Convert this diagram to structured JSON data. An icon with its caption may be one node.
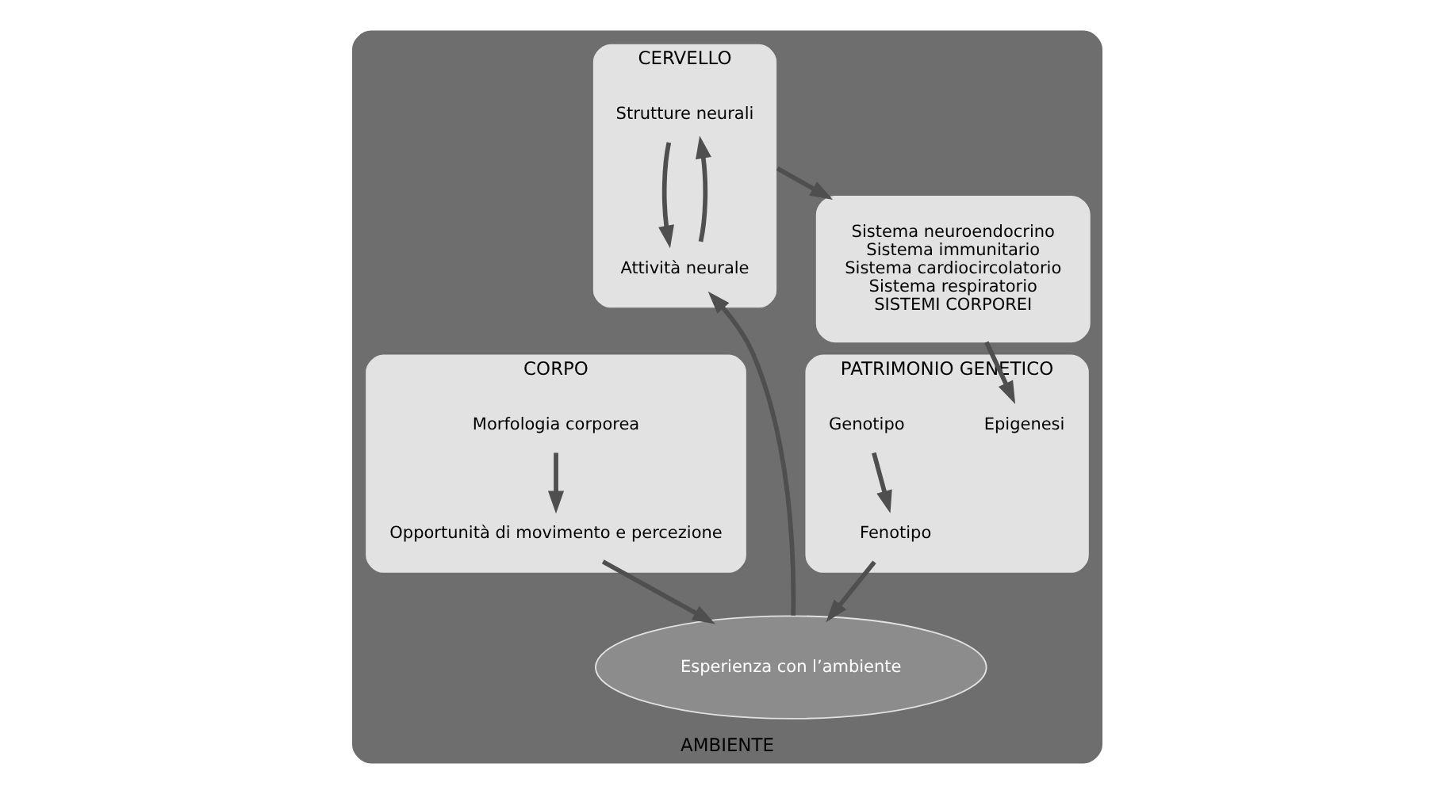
{
  "diagram": {
    "nodes": [
      {
        "text": [
          "AMBIENTE"
        ]
      },
      {
        "text": [
          "CERVELLO"
        ],
        "in": 0
      },
      {
        "text": [
          "Strutture neurali"
        ],
        "in": 1
      },
      {
        "text": [
          "Attività neurale"
        ],
        "in": 1
      },
      {
        "text": [
          "CORPO"
        ],
        "in": 0
      },
      {
        "text": [
          "Morfologia corporea"
        ],
        "in": 4
      },
      {
        "text": [
          "Opportunità di movimento e percezione"
        ],
        "in": 4
      },
      {
        "text": [
          "Esperienza con l’ambiente"
        ],
        "in": 0
      },
      {
        "text": [
          "Sistema neuroendocrino",
          "Sistema immunitario",
          "Sistema cardiocircolatorio",
          "Sistema respiratorio",
          "SISTEMI CORPOREI"
        ],
        "in": 0
      },
      {
        "text": [
          "PATRIMONIO GENETICO"
        ],
        "in": 0
      },
      {
        "text": [
          "Epigenesi"
        ],
        "in": 9
      },
      {
        "text": [
          "Fenotipo"
        ],
        "in": 9
      },
      {
        "text": [
          "Genotipo"
        ],
        "in": 9
      }
    ],
    "edges": [
      {
        "from": 3,
        "to": 2,
        "arrow": "to"
      },
      {
        "from": 2,
        "to": 3,
        "arrow": "to"
      },
      {
        "from": 7,
        "to": 3,
        "arrow": "to"
      },
      {
        "from": 5,
        "to": 6,
        "arrow": "to"
      },
      {
        "from": 6,
        "to": 7,
        "arrow": "to"
      },
      {
        "from": 1,
        "to": 8,
        "arrow": "to"
      },
      {
        "from": 8,
        "to": 10,
        "arrow": "to"
      },
      {
        "from": 12,
        "to": 11,
        "arrow": "to"
      },
      {
        "from": 11,
        "to": 7,
        "arrow": "to"
      }
    ]
  }
}
